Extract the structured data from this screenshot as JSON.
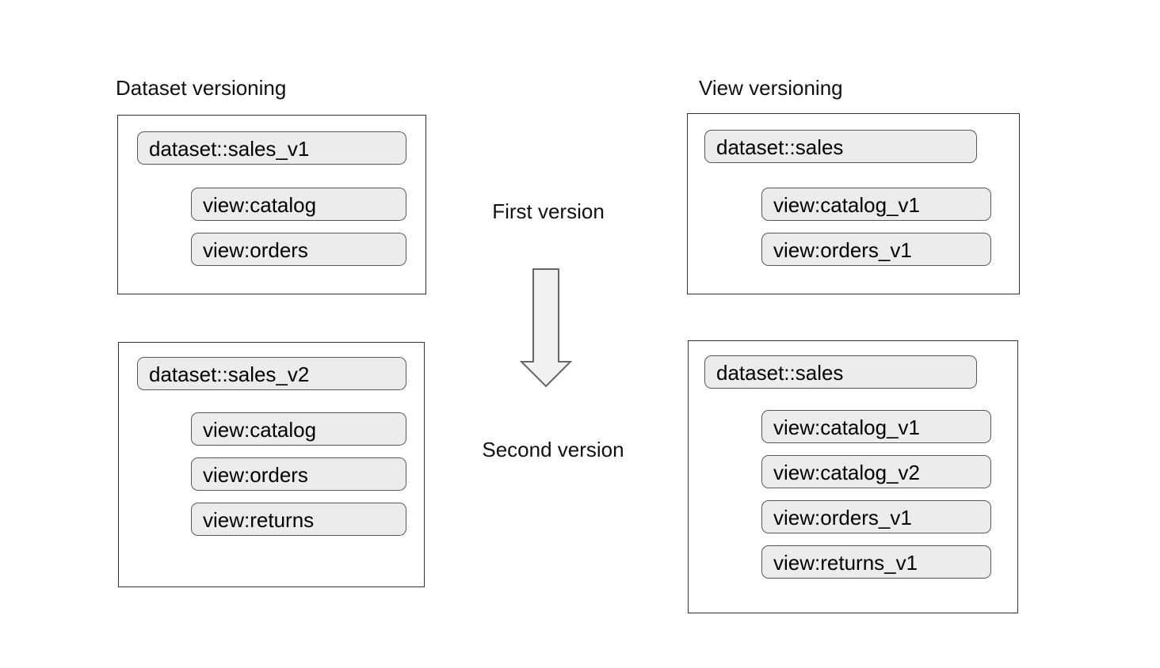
{
  "left": {
    "title": "Dataset versioning",
    "box1": {
      "dataset": "dataset::sales_v1",
      "views": [
        "view:catalog",
        "view:orders"
      ]
    },
    "box2": {
      "dataset": "dataset::sales_v2",
      "views": [
        "view:catalog",
        "view:orders",
        "view:returns"
      ]
    }
  },
  "right": {
    "title": "View versioning",
    "box1": {
      "dataset": "dataset::sales",
      "views": [
        "view:catalog_v1",
        "view:orders_v1"
      ]
    },
    "box2": {
      "dataset": "dataset::sales",
      "views": [
        "view:catalog_v1",
        "view:catalog_v2",
        "view:orders_v1",
        "view:returns_v1"
      ]
    }
  },
  "center": {
    "first_label": "First version",
    "second_label": "Second version",
    "arrow_icon": "down-block-arrow"
  },
  "colors": {
    "background": "#ffffff",
    "text": "#111111",
    "box_border": "#333333",
    "pill_fill": "#ececec",
    "pill_border": "#595959",
    "arrow_fill": "#f1f1f1",
    "arrow_stroke": "#666666"
  }
}
